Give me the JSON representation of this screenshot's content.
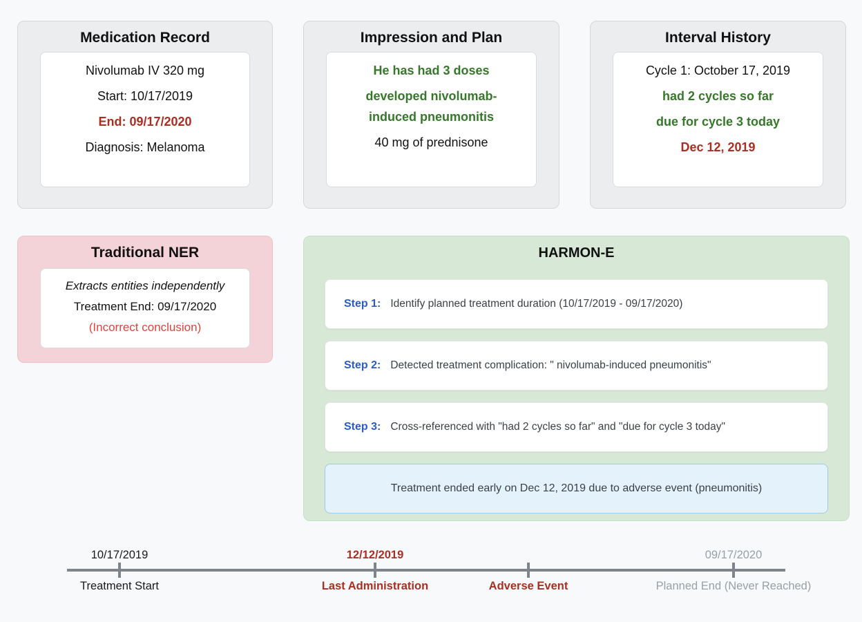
{
  "colors": {
    "page_bg": "#f7f9fa",
    "panel_gray": "#ebedef",
    "panel_pink": "#f4d3d8",
    "panel_green": "#d7e9d6",
    "conclusion_blue_bg": "#e4f2fc",
    "conclusion_blue_border": "#9ecbea",
    "green_text": "#36782a",
    "dark_red": "#aa2e22",
    "bright_red": "#db453c",
    "step_blue": "#2b5bc4",
    "timeline_gray": "#7d848c",
    "muted_gray": "#9aa0a6"
  },
  "medication_record": {
    "title": "Medication Record",
    "line1": "Nivolumab IV 320 mg",
    "line2": "Start: 10/17/2019",
    "line3": "End: 09/17/2020",
    "line4": "Diagnosis: Melanoma"
  },
  "impression_plan": {
    "title": "Impression and Plan",
    "line1": "He has had 3 doses",
    "line2": "developed nivolumab-induced pneumonitis",
    "line3": "40 mg of prednisone"
  },
  "interval_history": {
    "title": "Interval History",
    "line1": "Cycle 1: October 17, 2019",
    "line2": "had 2 cycles so far",
    "line3": "due for cycle 3 today",
    "line4": "Dec 12, 2019"
  },
  "traditional_ner": {
    "title": "Traditional NER",
    "line1": "Extracts entities independently",
    "line2": "Treatment End: 09/17/2020",
    "line3": "(Incorrect conclusion)"
  },
  "harmon_e": {
    "title": "HARMON-E",
    "steps": [
      {
        "label": "Step 1:",
        "text": "Identify planned treatment duration (10/17/2019 - 09/17/2020)"
      },
      {
        "label": "Step 2:",
        "text": "Detected treatment complication: \" nivolumab-induced pneumonitis\""
      },
      {
        "label": "Step 3:",
        "text": "Cross-referenced with \"had 2 cycles so far\" and \"due for cycle 3 today\""
      }
    ],
    "conclusion": "Treatment ended early on Dec 12, 2019 due to adverse event (pneumonitis)"
  },
  "timeline": {
    "events": [
      {
        "date": "10/17/2019",
        "label": "Treatment Start"
      },
      {
        "date": "12/12/2019",
        "label": "Last Administration"
      },
      {
        "date": "",
        "label": "Adverse Event"
      },
      {
        "date": "09/17/2020",
        "label": "Planned End (Never Reached)"
      }
    ]
  }
}
